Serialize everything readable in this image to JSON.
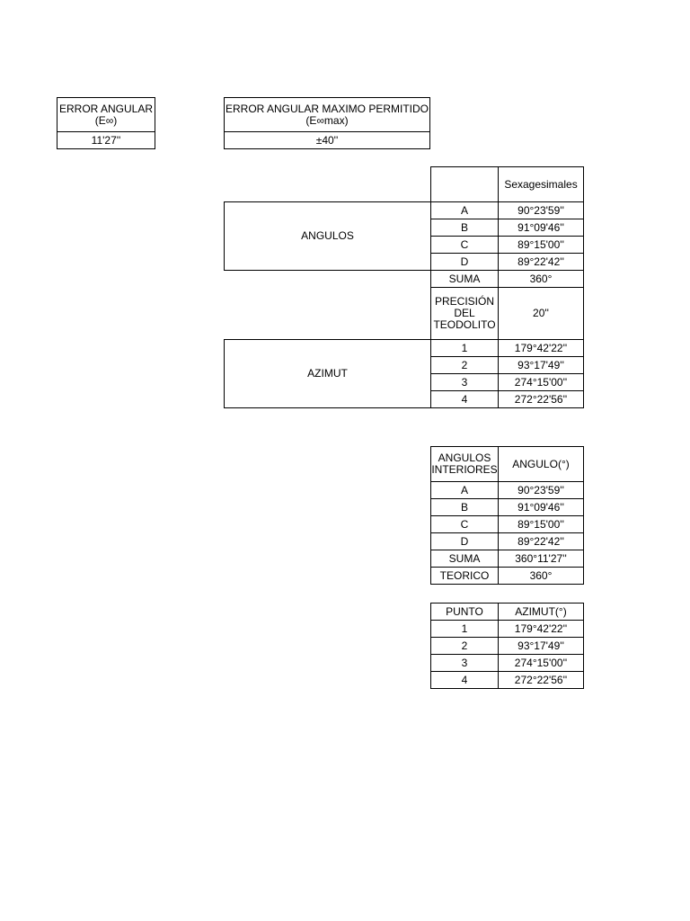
{
  "error_angular": {
    "label_line1": "ERROR ANGULAR",
    "label_line2": "(E∞)",
    "value": "11'27''"
  },
  "error_max": {
    "label_line1": "ERROR ANGULAR MAXIMO PERMITIDO",
    "label_line2": "(E∞max)",
    "value": "±40''"
  },
  "main_table": {
    "header": "Sexagesimales",
    "angulos_label": "ANGULOS",
    "angulos": [
      {
        "point": "A",
        "value": "90°23'59''"
      },
      {
        "point": "B",
        "value": "91°09'46''"
      },
      {
        "point": "C",
        "value": "89°15'00''"
      },
      {
        "point": "D",
        "value": "89°22'42''"
      }
    ],
    "suma_label": "SUMA",
    "suma_value": "360°",
    "precision_line1": "PRECISIÓN",
    "precision_line2": "DEL",
    "precision_line3": "TEODOLITO",
    "precision_value": "20''",
    "azimut_label": "AZIMUT",
    "azimuts": [
      {
        "point": "1",
        "value": "179°42'22''"
      },
      {
        "point": "2",
        "value": "93°17'49''"
      },
      {
        "point": "3",
        "value": "274°15'00''"
      },
      {
        "point": "4",
        "value": "272°22'56''"
      }
    ]
  },
  "interior_table": {
    "header_col1_line1": "ANGULOS",
    "header_col1_line2": "INTERIORES",
    "header_col2": "ANGULO(°)",
    "rows": [
      {
        "point": "A",
        "value": "90°23'59''"
      },
      {
        "point": "B",
        "value": "91°09'46''"
      },
      {
        "point": "C",
        "value": "89°15'00''"
      },
      {
        "point": "D",
        "value": "89°22'42''"
      },
      {
        "point": "SUMA",
        "value": "360°11'27''"
      },
      {
        "point": "TEORICO",
        "value": "360°"
      }
    ]
  },
  "azimut_table": {
    "header_col1": "PUNTO",
    "header_col2": "AZIMUT(°)",
    "rows": [
      {
        "point": "1",
        "value": "179°42'22''"
      },
      {
        "point": "2",
        "value": "93°17'49''"
      },
      {
        "point": "3",
        "value": "274°15'00''"
      },
      {
        "point": "4",
        "value": "272°22'56''"
      }
    ]
  }
}
